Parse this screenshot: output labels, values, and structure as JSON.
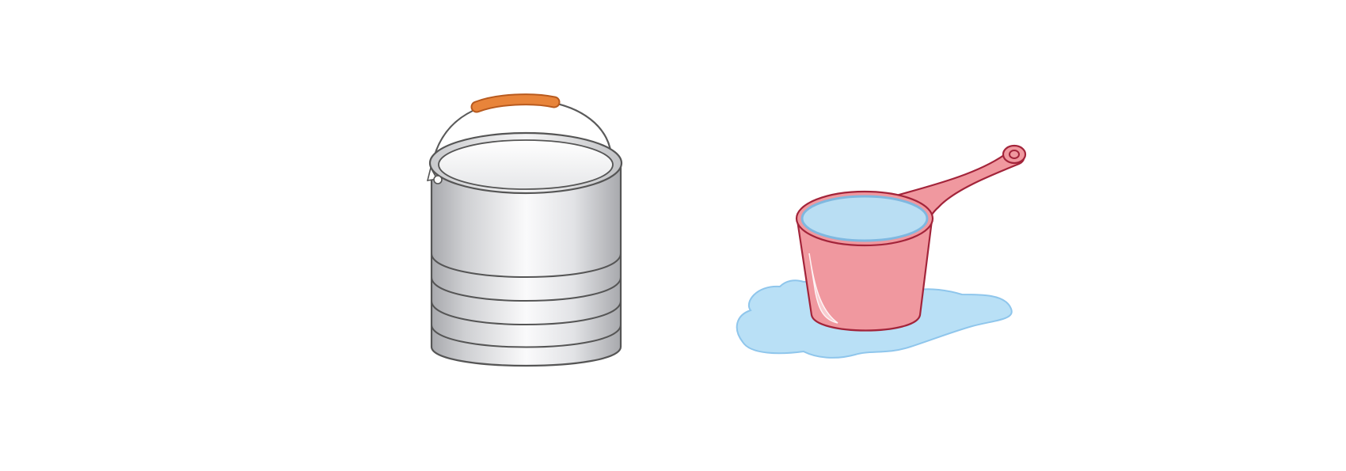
{
  "scene": {
    "background": "#ffffff",
    "items": [
      {
        "name": "metal-bucket",
        "colors": {
          "body_light": "#f7f7f9",
          "body_dark": "#a8a9ad",
          "outline": "#555555",
          "handle_grip": "#e8843a"
        }
      },
      {
        "name": "water-scoop",
        "colors": {
          "body": "#f0989f",
          "outline": "#a3243a",
          "water": "#b9def3",
          "water_rim": "#7fb8e0"
        }
      },
      {
        "name": "water-puddle",
        "colors": {
          "fill": "#b9e0f6",
          "outline": "#8fc6ec"
        }
      }
    ]
  }
}
